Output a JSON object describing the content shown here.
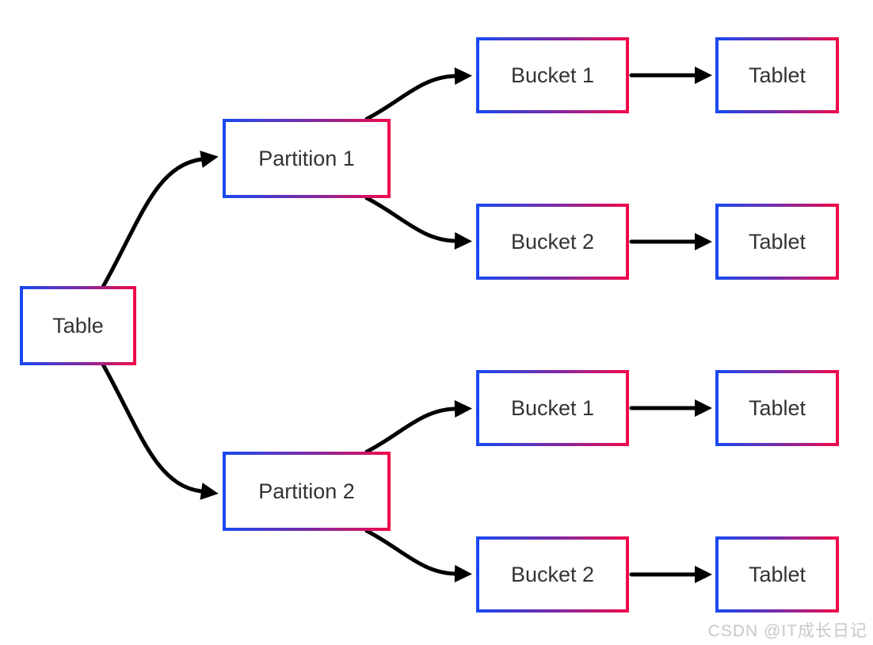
{
  "nodes": {
    "table": {
      "label": "Table"
    },
    "partition1": {
      "label": "Partition 1"
    },
    "partition2": {
      "label": "Partition 2"
    },
    "bucket1a": {
      "label": "Bucket 1"
    },
    "bucket2a": {
      "label": "Bucket 2"
    },
    "bucket1b": {
      "label": "Bucket 1"
    },
    "bucket2b": {
      "label": "Bucket 2"
    },
    "tablet1": {
      "label": "Tablet"
    },
    "tablet2": {
      "label": "Tablet"
    },
    "tablet3": {
      "label": "Tablet"
    },
    "tablet4": {
      "label": "Tablet"
    }
  },
  "edges": [
    {
      "from": "table",
      "to": "partition1"
    },
    {
      "from": "table",
      "to": "partition2"
    },
    {
      "from": "partition1",
      "to": "bucket1a"
    },
    {
      "from": "partition1",
      "to": "bucket2a"
    },
    {
      "from": "partition2",
      "to": "bucket1b"
    },
    {
      "from": "partition2",
      "to": "bucket2b"
    },
    {
      "from": "bucket1a",
      "to": "tablet1"
    },
    {
      "from": "bucket2a",
      "to": "tablet2"
    },
    {
      "from": "bucket1b",
      "to": "tablet3"
    },
    {
      "from": "bucket2b",
      "to": "tablet4"
    }
  ],
  "colors": {
    "border_gradient_left": "#1a49f0",
    "border_gradient_mid": "#7b2ba6",
    "border_gradient_right": "#ef0a4b",
    "arrow": "#000000",
    "node_text": "#333333",
    "background": "#ffffff",
    "watermark_text": "#c9c9c9"
  },
  "watermark": "CSDN @IT成长日记"
}
